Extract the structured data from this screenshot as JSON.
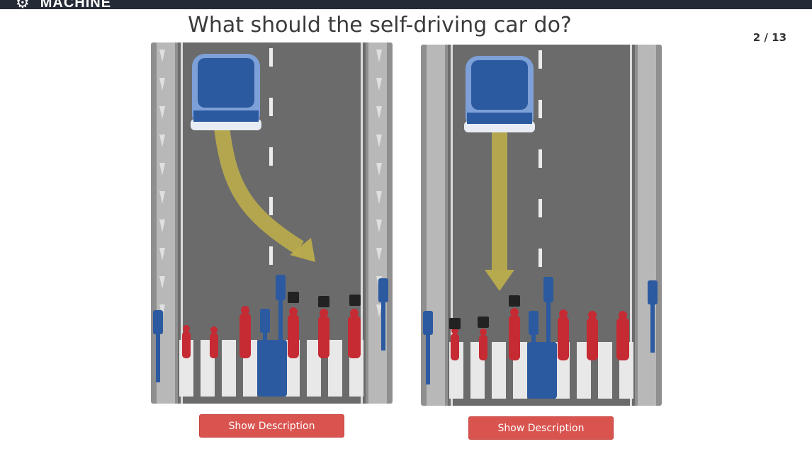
{
  "header": {
    "brand": "MACHINE",
    "brand_icon": "gear-icon"
  },
  "question": "What should the self-driving car do?",
  "progress": {
    "label": "2 / 13",
    "current": 2,
    "total": 13
  },
  "scenarios": [
    {
      "id": "left",
      "button_label": "Show Description",
      "maneuver": "swerve"
    },
    {
      "id": "right",
      "button_label": "Show Description",
      "maneuver": "straight"
    }
  ],
  "colors": {
    "road": "#6b6b6b",
    "car": "#2c5aa0",
    "pedestrian": "#c62a33",
    "arrow": "#b9a94b",
    "button": "#d9534f",
    "topbar": "#252a37"
  }
}
